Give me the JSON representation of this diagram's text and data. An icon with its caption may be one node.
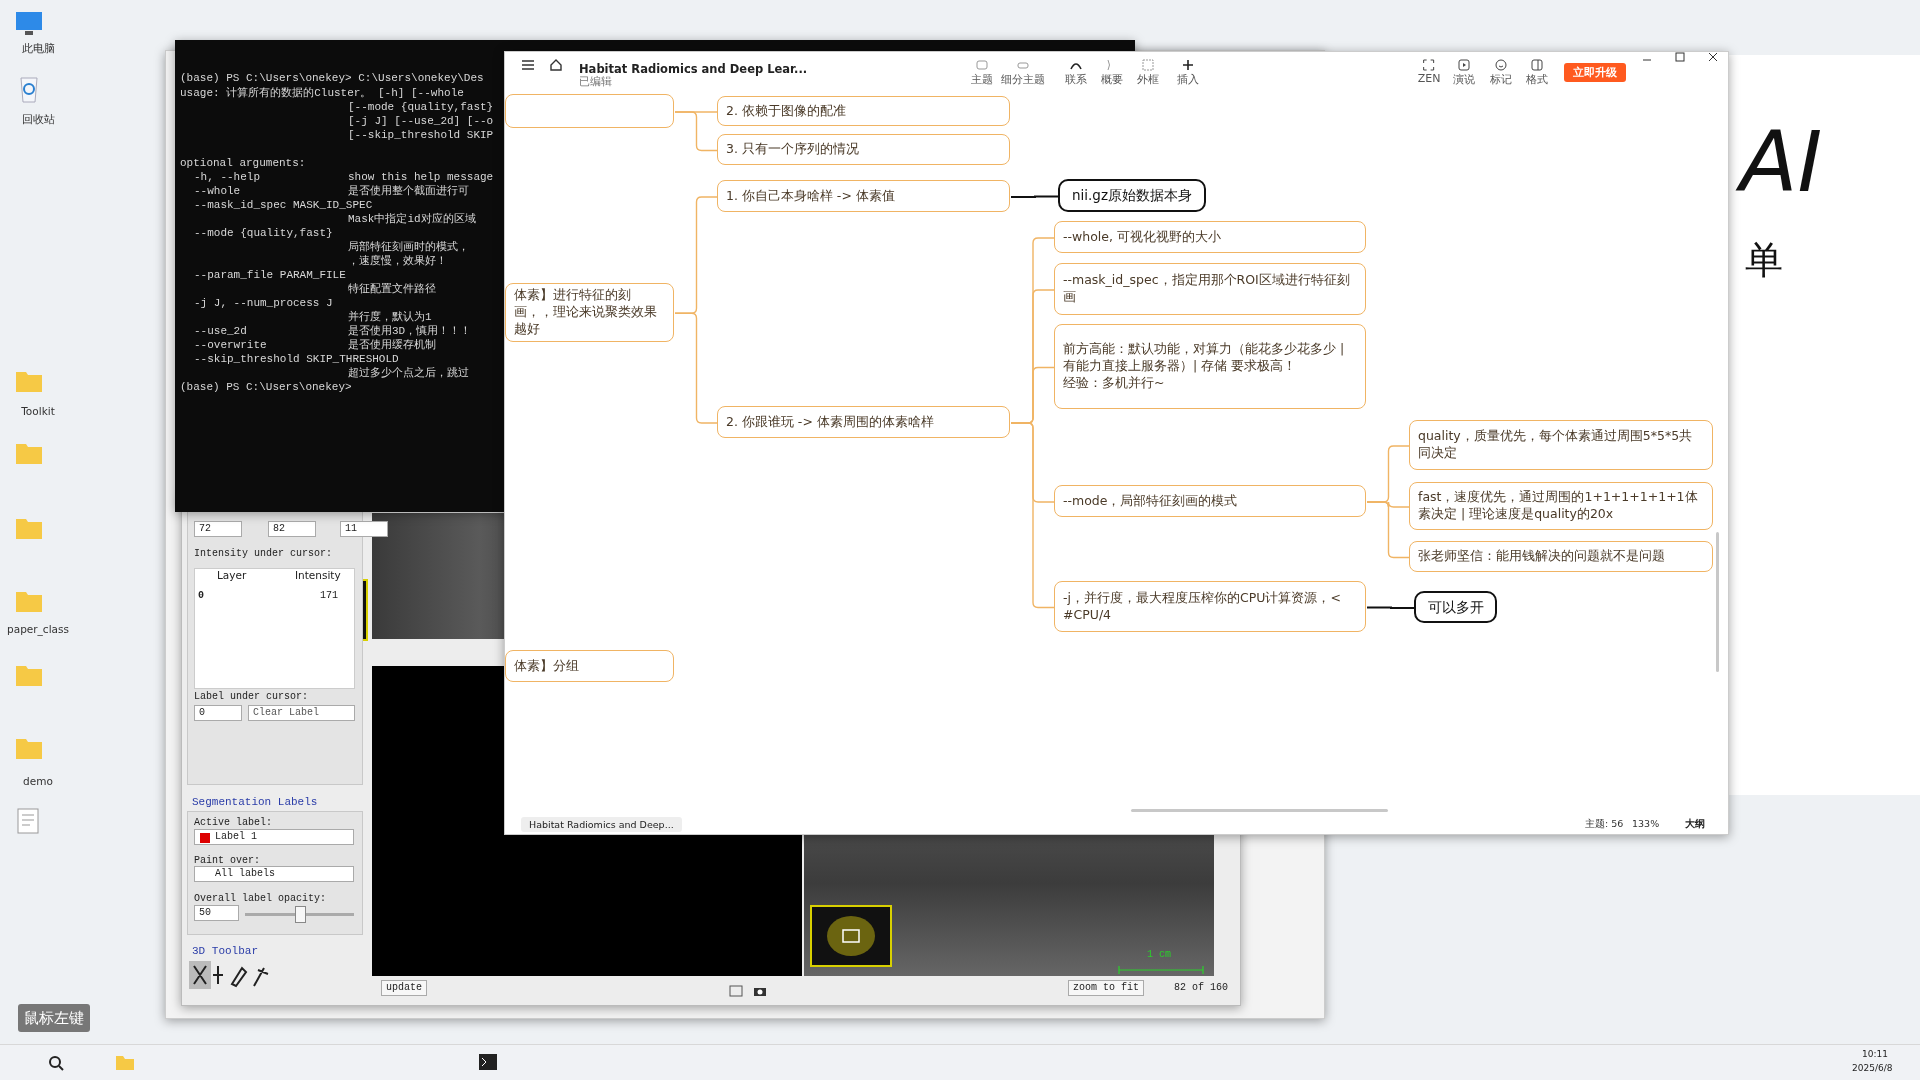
{
  "diagram": {
    "nodes": [
      {
        "text": [],
        "shape": "box"
      },
      {
        "text": [
          "2. 依赖于图像的配准"
        ]
      },
      {
        "text": [
          "3. 只有一个序列的情况"
        ]
      },
      {
        "text": [
          "体素】进行特征的刻画，，理论来说聚类效果越好"
        ]
      },
      {
        "text": [
          "1. 你自己本身啥样 -> 体素值"
        ]
      },
      {
        "text": [
          "2. 你跟谁玩 -> 体素周围的体素啥样"
        ]
      },
      {
        "text": [
          "nii.gz原始数据本身"
        ]
      },
      {
        "text": [
          "--whole, 可视化视野的大小"
        ]
      },
      {
        "text": [
          "--mask_id_spec，指定用那个ROI区域进行特征刻画"
        ]
      },
      {
        "text": [
          "前方高能：默认功能，对算力（能花多少花多少 | 有能力直接上服务器）| 存储 要求极高！",
          "经验：多机并行~"
        ]
      },
      {
        "text": [
          "--mode，局部特征刻画的模式"
        ]
      },
      {
        "text": [
          "-j，并行度，最大程度压榨你的CPU计算资源，< #CPU/4"
        ]
      },
      {
        "text": [
          "quality，质量优先，每个体素通过周围5*5*5共同决定"
        ]
      },
      {
        "text": [
          "fast，速度优先，通过周围的1+1+1+1+1+1体素决定 | 理论速度是quality的20x"
        ]
      },
      {
        "text": [
          "张老师坚信：能用钱解决的问题就不是问题"
        ]
      },
      {
        "text": [
          "可以多开"
        ]
      },
      {
        "text": [
          "体素】分组"
        ]
      }
    ],
    "edges": [
      {
        "from": 0,
        "to": 1,
        "arrow": "none"
      },
      {
        "from": 0,
        "to": 2,
        "arrow": "none"
      },
      {
        "from": 3,
        "to": 4,
        "arrow": "none"
      },
      {
        "from": 3,
        "to": 5,
        "arrow": "none"
      },
      {
        "from": 4,
        "to": 6,
        "arrow": "none",
        "color": "#111111"
      },
      {
        "from": 5,
        "to": 7,
        "arrow": "none"
      },
      {
        "from": 5,
        "to": 8,
        "arrow": "none"
      },
      {
        "from": 5,
        "to": 9,
        "arrow": "none"
      },
      {
        "from": 5,
        "to": 10,
        "arrow": "none"
      },
      {
        "from": 5,
        "to": 11,
        "arrow": "none"
      },
      {
        "from": 10,
        "to": 12,
        "arrow": "none"
      },
      {
        "from": 10,
        "to": 13,
        "arrow": "none"
      },
      {
        "from": 10,
        "to": 14,
        "arrow": "none"
      },
      {
        "from": 11,
        "to": 15,
        "arrow": "none",
        "color": "#111111"
      }
    ],
    "labels": [
      "(base) PS C:\\Users\\onekey> C:\\Users\\onekey\\Des",
      "usage: 计算所有的数据的Cluster。 [-h] [--whole",
      "[--mode {quality,fast}",
      "[-j J] [--use_2d] [--o",
      "[--skip_threshold SKIP",
      "optional arguments:",
      "-h, --help",
      "show this help message",
      "--whole",
      "是否使用整个截面进行可",
      "--mask_id_spec MASK_ID_SPEC",
      "Mask中指定id对应的区域",
      "--mode {quality,fast}",
      "局部特征刻画时的模式，",
      "，速度慢，效果好！",
      "--param_file PARAM_FILE",
      "特征配置文件路径",
      "-j J, --num_process J",
      "并行度，默认为1",
      "--use_2d",
      "是否使用3D，慎用！！！",
      "--overwrite",
      "是否使用缓存机制",
      "--skip_threshold SKIP_THRESHOLD",
      "超过多少个点之后，跳过",
      "(base) PS C:\\Users\\onekey>",
      "Habitat Radiomics and Deep Lear...",
      "已编辑",
      "主题",
      "细分主题",
      "联系",
      "概要",
      "外框",
      "插入",
      "ZEN",
      "演说",
      "标记",
      "格式",
      "立即升级",
      "Habitat Radiomics and Deep...",
      "主题: 56",
      "133%",
      "大纲",
      "AI",
      "单",
      "72",
      "82",
      "11",
      "Intensity under cursor:",
      "Layer",
      "Intensity",
      "0",
      "171",
      "Label under cursor:",
      "0",
      "Clear Label",
      "Segmentation Labels",
      "Active label:",
      "Label 1",
      "Paint over:",
      "All labels",
      "Overall label opacity:",
      "50",
      "3D Toolbar",
      "update",
      "zoom to fit",
      "82 of 160",
      "1 cm",
      "此电脑",
      "回收站",
      "Toolkit",
      "paper_class",
      "demo",
      "鼠标左键",
      "10:11",
      "2025/6/8"
    ]
  }
}
